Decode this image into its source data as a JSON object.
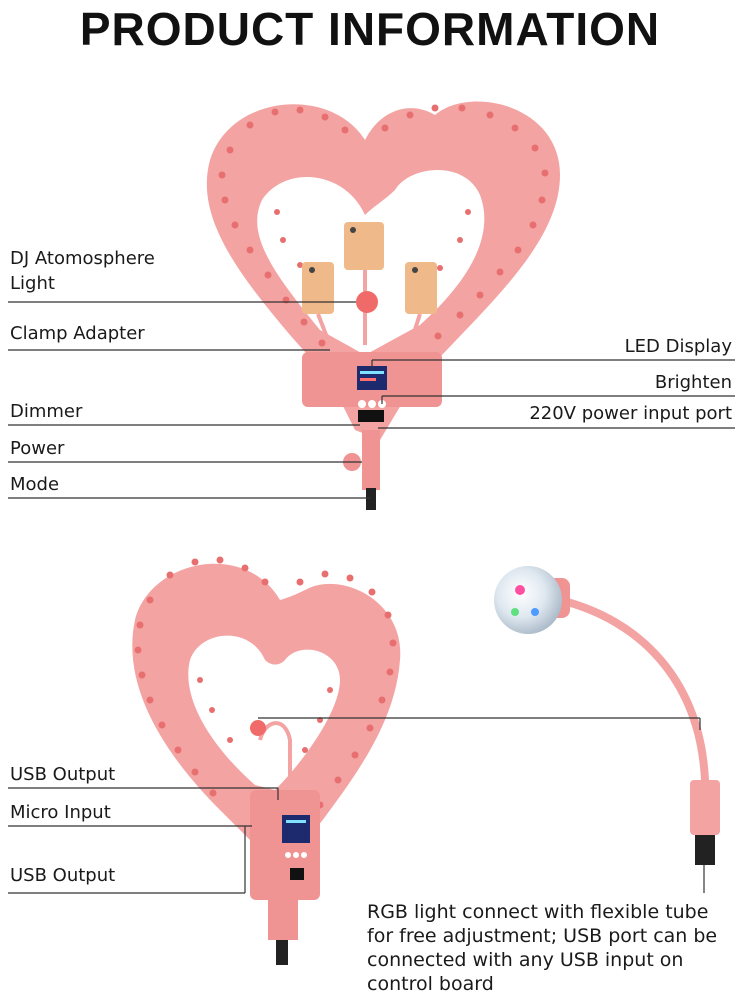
{
  "title": "PRODUCT INFORMATION",
  "colors": {
    "body_pink": "#f4a3a3",
    "body_pink_dark": "#e98585",
    "bead": "#e86f6f",
    "phone": "#f0b98a",
    "line": "#333333"
  },
  "top_diagram": {
    "left_labels": {
      "dj_line1": "DJ Atomosphere",
      "dj_line2": "Light",
      "clamp": "Clamp Adapter",
      "dimmer": "Dimmer",
      "power": "Power",
      "mode": "Mode"
    },
    "right_labels": {
      "led_display": "LED Display",
      "brighten": "Brighten",
      "power_port": "220V power input port"
    }
  },
  "bottom_diagram": {
    "left_labels": {
      "usb_output_top": "USB Output",
      "micro_input": "Micro Input",
      "usb_output_bottom": "USB Output"
    },
    "description": {
      "line1": "RGB light connect with flexible tube",
      "line2": "for free adjustment; USB port can be",
      "line3": "connected with any USB input on",
      "line4": "control board"
    }
  }
}
